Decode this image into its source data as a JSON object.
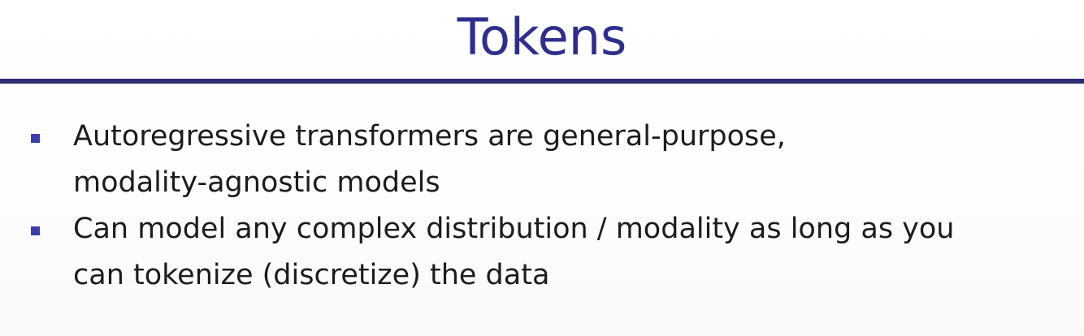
{
  "slide": {
    "title": "Tokens",
    "bullets": [
      {
        "lines": [
          "Autoregressive transformers are general-purpose,",
          "modality-agnostic models"
        ]
      },
      {
        "lines": [
          "Can model any complex distribution / modality as long as you",
          "can tokenize (discretize) the data"
        ]
      }
    ]
  },
  "colors": {
    "title": "#2e2e8f",
    "rule": "#2b2d6e",
    "bullet_marker": "#3b3dae",
    "body_text": "#1c1c1c"
  }
}
